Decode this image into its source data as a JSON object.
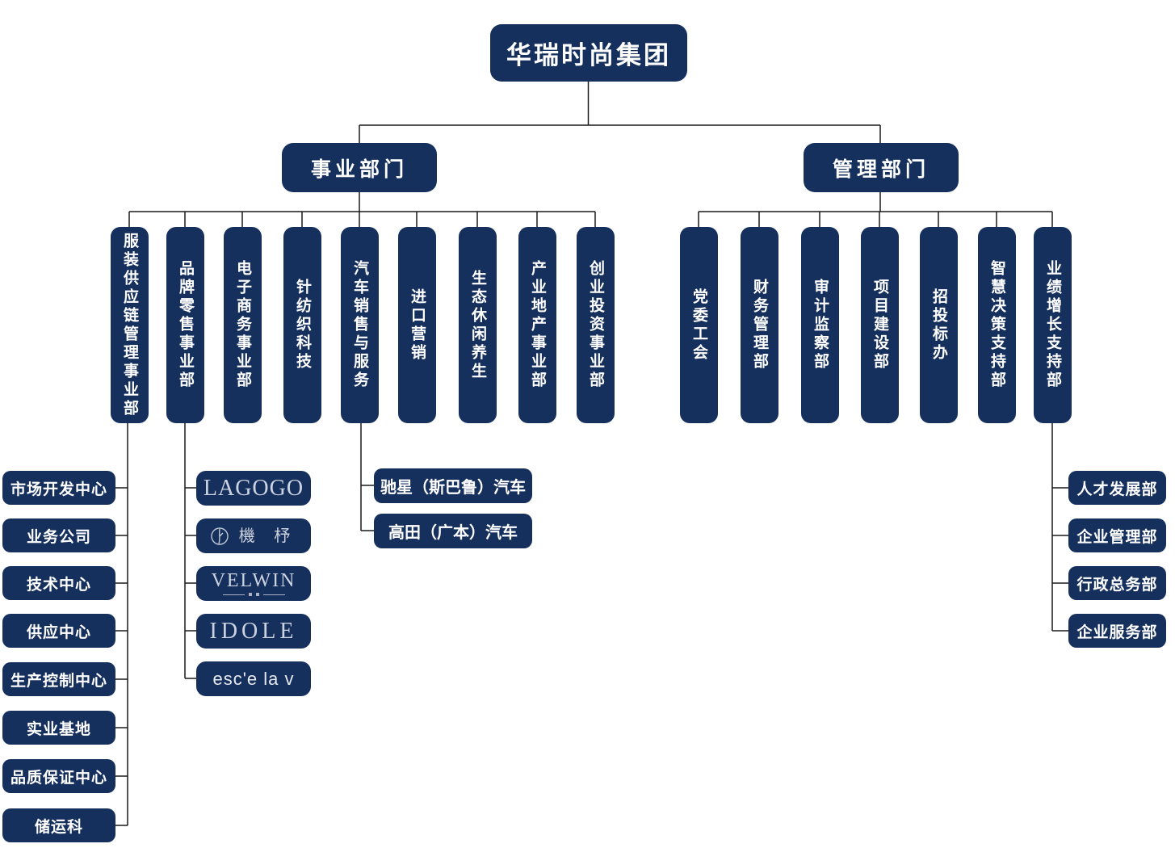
{
  "root": {
    "label": "华瑞时尚集团"
  },
  "business": {
    "label": "事业部门",
    "departments": [
      "服装供应链管理事业部",
      "品牌零售事业部",
      "电子商务事业部",
      "针纺织科技",
      "汽车销售与服务",
      "进口营销",
      "生态休闲养生",
      "产业地产事业部",
      "创业投资事业部"
    ]
  },
  "management": {
    "label": "管理部门",
    "departments": [
      "党委工会",
      "财务管理部",
      "审计监察部",
      "项目建设部",
      "招投标办",
      "智慧决策支持部",
      "业绩增长支持部"
    ]
  },
  "supply_chain_units": [
    "市场开发中心",
    "业务公司",
    "技术中心",
    "供应中心",
    "生产控制中心",
    "实业基地",
    "品质保证中心",
    "储运科"
  ],
  "retail_brands": {
    "lagogo": "LAGOGO",
    "jizhu": "機 杼",
    "velwin": "VELWIN",
    "idole": "IDOLE",
    "escelav": "esc'e la v"
  },
  "auto_dealers": [
    "驰星（斯巴鲁）汽车",
    "高田（广本）汽车"
  ],
  "growth_units": [
    "人才发展部",
    "企业管理部",
    "行政总务部",
    "企业服务部"
  ],
  "colors": {
    "node_navy": "#16305e",
    "node_text": "#ffffff",
    "brand_text": "#ccd3e0",
    "connector": "#1a1a1a",
    "background": "#ffffff"
  }
}
